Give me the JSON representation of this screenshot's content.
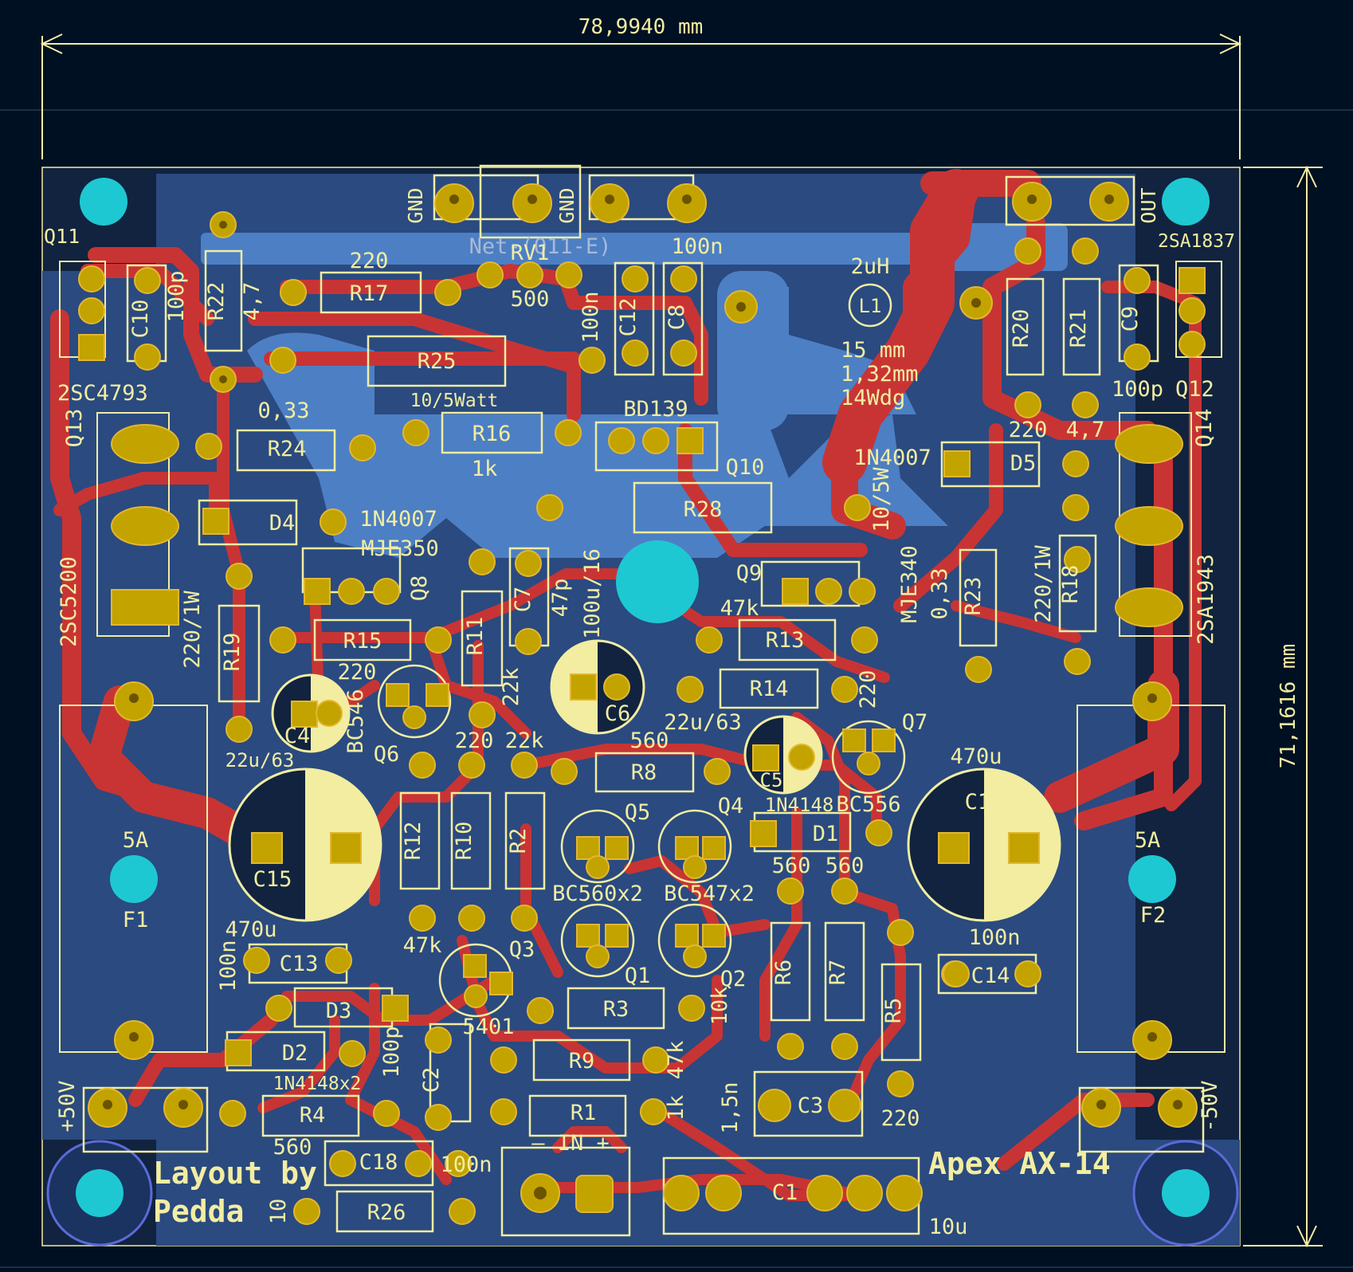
{
  "colors": {
    "background": "#001023",
    "board": "#2a4a80",
    "copper_front": "#c83434",
    "copper_back": "#4d7fc4",
    "silkscreen": "#f2eda1",
    "pad": "#c2a300",
    "drill": "#e3b72e",
    "mounting": "#1ec8d2",
    "dimension": "#f2eda1"
  },
  "dimensions": {
    "width": "78,9940 mm",
    "height": "71,1616 mm"
  },
  "footer": {
    "layout_by_1": "Layout by",
    "layout_by_2": "Pedda",
    "project": "Apex AX-14"
  },
  "labels": [
    {
      "id": "gnd1",
      "text": "GND"
    },
    {
      "id": "gnd2",
      "text": "GND"
    },
    {
      "id": "net_q11e",
      "text": "Net-(Q11-E)"
    },
    {
      "id": "out",
      "text": "OUT"
    },
    {
      "id": "q11",
      "text": "Q11"
    },
    {
      "id": "sa1837",
      "text": "2SA1837"
    },
    {
      "id": "r17v",
      "text": "220"
    },
    {
      "id": "r17",
      "text": "R17"
    },
    {
      "id": "rv1",
      "text": "RV1"
    },
    {
      "id": "rv1v",
      "text": "500"
    },
    {
      "id": "c8v",
      "text": "100n"
    },
    {
      "id": "c12",
      "text": "C12"
    },
    {
      "id": "c12v",
      "text": "100n"
    },
    {
      "id": "c8",
      "text": "C8"
    },
    {
      "id": "l1v",
      "text": "2uH"
    },
    {
      "id": "l1",
      "text": "L1"
    },
    {
      "id": "l1a",
      "text": "15 mm"
    },
    {
      "id": "l1b",
      "text": "1,32mm"
    },
    {
      "id": "l1c",
      "text": "14Wdg"
    },
    {
      "id": "c10",
      "text": "C10"
    },
    {
      "id": "c10v",
      "text": "100p"
    },
    {
      "id": "r22",
      "text": "R22"
    },
    {
      "id": "r22v",
      "text": "4,7"
    },
    {
      "id": "r25",
      "text": "R25"
    },
    {
      "id": "r25v",
      "text": "10/5Watt"
    },
    {
      "id": "sc4793",
      "text": "2SC4793"
    },
    {
      "id": "r20",
      "text": "R20"
    },
    {
      "id": "r21",
      "text": "R21"
    },
    {
      "id": "c9",
      "text": "C9"
    },
    {
      "id": "c9v",
      "text": "100p"
    },
    {
      "id": "q12",
      "text": "Q12"
    },
    {
      "id": "q13",
      "text": "Q13"
    },
    {
      "id": "r24v",
      "text": "0,33"
    },
    {
      "id": "r24",
      "text": "R24"
    },
    {
      "id": "r16",
      "text": "R16"
    },
    {
      "id": "r16v",
      "text": "1k"
    },
    {
      "id": "bd139",
      "text": "BD139"
    },
    {
      "id": "q10",
      "text": "Q10"
    },
    {
      "id": "r20v",
      "text": "220"
    },
    {
      "id": "r21v",
      "text": "4,7"
    },
    {
      "id": "q14",
      "text": "Q14"
    },
    {
      "id": "d5v",
      "text": "1N4007"
    },
    {
      "id": "d5",
      "text": "D5"
    },
    {
      "id": "d4",
      "text": "D4"
    },
    {
      "id": "d4v",
      "text": "1N4007"
    },
    {
      "id": "r28",
      "text": "R28"
    },
    {
      "id": "r28v",
      "text": "10/5W"
    },
    {
      "id": "mje350",
      "text": "MJE350"
    },
    {
      "id": "q8",
      "text": "Q8"
    },
    {
      "id": "sc5200",
      "text": "2SC5200"
    },
    {
      "id": "r19v",
      "text": "220/1W"
    },
    {
      "id": "r19",
      "text": "R19"
    },
    {
      "id": "r11",
      "text": "R11"
    },
    {
      "id": "c7",
      "text": "C7"
    },
    {
      "id": "c7v",
      "text": "47p"
    },
    {
      "id": "c6v",
      "text": "100u/16"
    },
    {
      "id": "q9",
      "text": "Q9"
    },
    {
      "id": "mje340",
      "text": "MJE340"
    },
    {
      "id": "r23v",
      "text": "0,33"
    },
    {
      "id": "r23",
      "text": "R23"
    },
    {
      "id": "r18v",
      "text": "220/1W"
    },
    {
      "id": "r18",
      "text": "R18"
    },
    {
      "id": "sa1943",
      "text": "2SA1943"
    },
    {
      "id": "r15",
      "text": "R15"
    },
    {
      "id": "r15v",
      "text": "220"
    },
    {
      "id": "r11v",
      "text": "22k"
    },
    {
      "id": "r13v",
      "text": "47k"
    },
    {
      "id": "r13",
      "text": "R13"
    },
    {
      "id": "r14",
      "text": "R14"
    },
    {
      "id": "r14v",
      "text": "220"
    },
    {
      "id": "c6",
      "text": "C6"
    },
    {
      "id": "c5v",
      "text": "22u/63"
    },
    {
      "id": "c4",
      "text": "C4"
    },
    {
      "id": "bc546",
      "text": "BC546"
    },
    {
      "id": "q6",
      "text": "Q6"
    },
    {
      "id": "c4v",
      "text": "22u/63"
    },
    {
      "id": "r10v",
      "text": "220"
    },
    {
      "id": "r2v",
      "text": "22k"
    },
    {
      "id": "r8v",
      "text": "560"
    },
    {
      "id": "r8",
      "text": "R8"
    },
    {
      "id": "c5",
      "text": "C5"
    },
    {
      "id": "q7",
      "text": "Q7"
    },
    {
      "id": "bc556",
      "text": "BC556"
    },
    {
      "id": "c16v",
      "text": "470u"
    },
    {
      "id": "c16",
      "text": "C16"
    },
    {
      "id": "q5",
      "text": "Q5"
    },
    {
      "id": "q4",
      "text": "Q4"
    },
    {
      "id": "d1v",
      "text": "1N4148"
    },
    {
      "id": "d1",
      "text": "D1"
    },
    {
      "id": "f1v",
      "text": "5A"
    },
    {
      "id": "f1",
      "text": "F1"
    },
    {
      "id": "c15",
      "text": "C15"
    },
    {
      "id": "r12",
      "text": "R12"
    },
    {
      "id": "r10",
      "text": "R10"
    },
    {
      "id": "r2",
      "text": "R2"
    },
    {
      "id": "bc560",
      "text": "BC560x2"
    },
    {
      "id": "bc547",
      "text": "BC547x2"
    },
    {
      "id": "r6v",
      "text": "560"
    },
    {
      "id": "r7v",
      "text": "560"
    },
    {
      "id": "f2v",
      "text": "5A"
    },
    {
      "id": "f2",
      "text": "F2"
    },
    {
      "id": "c15v",
      "text": "470u"
    },
    {
      "id": "r12v",
      "text": "47k"
    },
    {
      "id": "q3",
      "text": "Q3"
    },
    {
      "id": "c13v",
      "text": "100n"
    },
    {
      "id": "c13",
      "text": "C13"
    },
    {
      "id": "c14v",
      "text": "100n"
    },
    {
      "id": "c14",
      "text": "C14"
    },
    {
      "id": "r6",
      "text": "R6"
    },
    {
      "id": "r7",
      "text": "R7"
    },
    {
      "id": "q1",
      "text": "Q1"
    },
    {
      "id": "q2",
      "text": "Q2"
    },
    {
      "id": "d3",
      "text": "D3"
    },
    {
      "id": "r3",
      "text": "R3"
    },
    {
      "id": "r3v",
      "text": "10k"
    },
    {
      "id": "r5",
      "text": "R5"
    },
    {
      "id": "q3v",
      "text": "5401"
    },
    {
      "id": "d2",
      "text": "D2"
    },
    {
      "id": "c2v",
      "text": "100p"
    },
    {
      "id": "c2",
      "text": "C2"
    },
    {
      "id": "r9",
      "text": "R9"
    },
    {
      "id": "r9v",
      "text": "47k"
    },
    {
      "id": "d2v",
      "text": "1N4148x2"
    },
    {
      "id": "r4",
      "text": "R4"
    },
    {
      "id": "r1",
      "text": "R1"
    },
    {
      "id": "r1v",
      "text": "1k"
    },
    {
      "id": "c3v",
      "text": "1,5n"
    },
    {
      "id": "c3",
      "text": "C3"
    },
    {
      "id": "r5v",
      "text": "220"
    },
    {
      "id": "p50",
      "text": "+50V"
    },
    {
      "id": "m50",
      "text": "-50V"
    },
    {
      "id": "r4v",
      "text": "560"
    },
    {
      "id": "in",
      "text": "– IN +"
    },
    {
      "id": "c18",
      "text": "C18"
    },
    {
      "id": "c18v",
      "text": "100n"
    },
    {
      "id": "c1",
      "text": "C1"
    },
    {
      "id": "c1v",
      "text": "10u"
    },
    {
      "id": "r26",
      "text": "R26"
    },
    {
      "id": "r26v",
      "text": "10"
    }
  ]
}
